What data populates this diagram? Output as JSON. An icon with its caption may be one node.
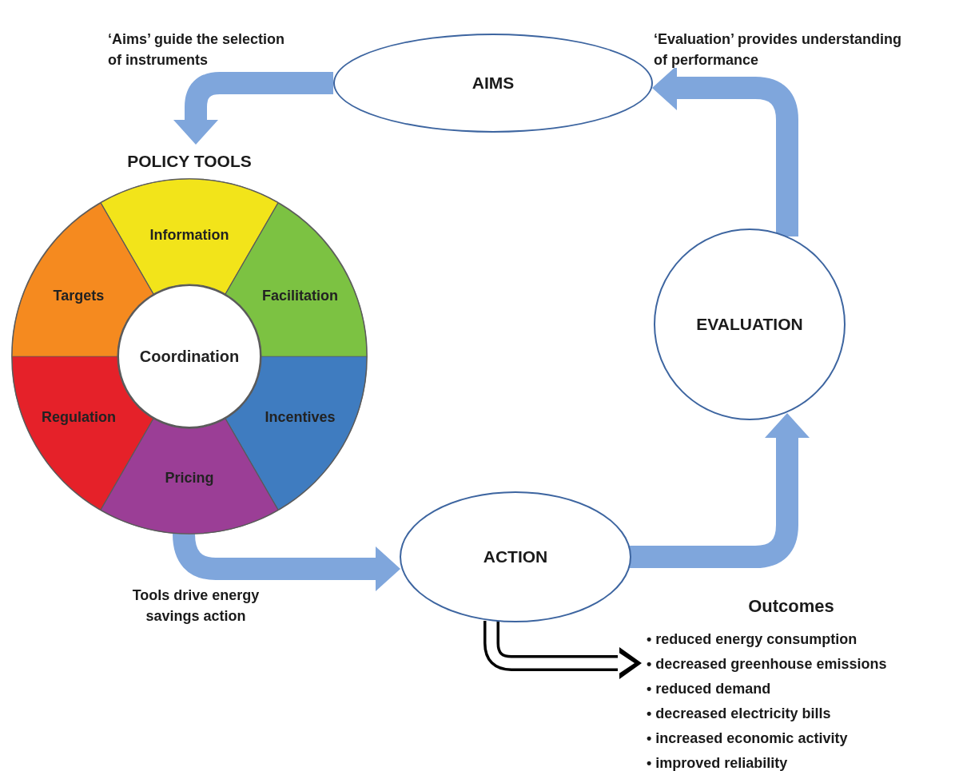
{
  "diagram": {
    "nodes": [
      {
        "text": [
          "AIMS"
        ]
      },
      {
        "text": [
          "POLICY TOOLS"
        ]
      },
      {
        "text": [
          "Information"
        ],
        "in": 1
      },
      {
        "text": [
          "Targets"
        ],
        "in": 1
      },
      {
        "text": [
          "Facilitation"
        ],
        "in": 1
      },
      {
        "text": [
          "Coordination"
        ],
        "in": 1
      },
      {
        "text": [
          "Regulation"
        ],
        "in": 1
      },
      {
        "text": [
          "Incentives"
        ],
        "in": 1
      },
      {
        "text": [
          "Pricing"
        ],
        "in": 1
      },
      {
        "text": [
          "EVALUATION"
        ]
      },
      {
        "text": [
          "ACTION"
        ]
      },
      {
        "text": [
          "Outcomes",
          "• reduced energy consumption",
          "• decreased greenhouse emissions",
          "• reduced demand",
          "• decreased electricity bills",
          "• increased economic activity",
          "• improved reliability"
        ]
      }
    ],
    "edges": [
      {
        "from": 0,
        "to": 1,
        "arrow": "to",
        "label": "‘Aims’ guide the selection of instruments"
      },
      {
        "from": 1,
        "to": 10,
        "arrow": "to",
        "label": "Tools drive energy savings action"
      },
      {
        "from": 10,
        "to": 9,
        "arrow": "to"
      },
      {
        "from": 9,
        "to": 0,
        "arrow": "to",
        "label": "‘Evaluation’ provides understanding of performance"
      },
      {
        "from": 10,
        "to": 11,
        "arrow": "to",
        "color": "#000000"
      }
    ]
  }
}
